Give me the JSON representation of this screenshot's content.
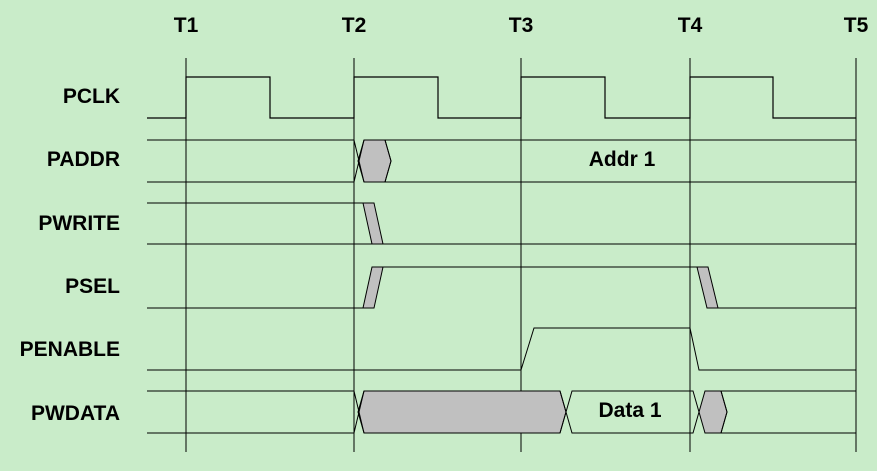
{
  "time_markers": [
    "T1",
    "T2",
    "T3",
    "T4",
    "T5"
  ],
  "signals": {
    "pclk": "PCLK",
    "paddr": "PADDR",
    "pwrite": "PWRITE",
    "psel": "PSEL",
    "penable": "PENABLE",
    "pwdata": "PWDATA"
  },
  "bus_values": {
    "addr": "Addr 1",
    "data": "Data 1"
  },
  "colors": {
    "background": "#c9ecc9",
    "line": "#000000",
    "shade": "#c0c0c0"
  }
}
